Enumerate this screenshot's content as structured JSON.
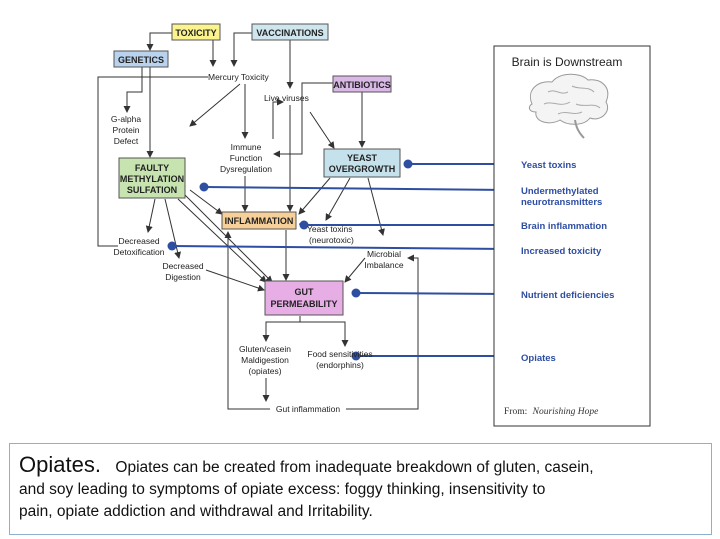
{
  "diagram": {
    "boxes": {
      "toxicity": "TOXICITY",
      "vaccinations": "VACCINATIONS",
      "genetics": "GENETICS",
      "antibiotics": "ANTIBIOTICS",
      "faulty_methylation": [
        "FAULTY",
        "METHYLATION",
        "SULFATION"
      ],
      "yeast_overgrowth": [
        "YEAST",
        "OVERGROWTH"
      ],
      "inflammation": "INFLAMMATION",
      "gut_permeability": [
        "GUT",
        "PERMEABILITY"
      ]
    },
    "labels": {
      "mercury_toxicity": "Mercury Toxicity",
      "live_viruses": "Live viruses",
      "g_alpha": [
        "G-alpha",
        "Protein",
        "Defect"
      ],
      "immune": [
        "Immune",
        "Function",
        "Dysregulation"
      ],
      "decreased_detox": [
        "Decreased",
        "Detoxification"
      ],
      "decreased_digestion": [
        "Decreased",
        "Digestion"
      ],
      "yeast_toxins": [
        "Yeast toxins",
        "(neurotoxic)"
      ],
      "microbial": [
        "Microbial",
        "Imbalance"
      ],
      "gluten_casein": [
        "Gluten/casein",
        "Maldigestion",
        "(opiates)"
      ],
      "food_sensitivities": [
        "Food sensitivities",
        "(endorphins)"
      ],
      "gut_inflammation": "Gut inflammation"
    },
    "brain_panel": {
      "title": "Brain is Downstream",
      "outcomes": [
        [
          "Yeast toxins"
        ],
        [
          "Undermethylated",
          "neurotransmitters"
        ],
        [
          "Brain inflammation"
        ],
        [
          "Increased toxicity"
        ],
        [
          "Nutrient deficiencies"
        ],
        [
          "Opiates"
        ]
      ],
      "source": "From:",
      "source_title": "Nourishing Hope"
    }
  },
  "caption": {
    "title": "Opiates.",
    "line1": "Opiates can be created from inadequate breakdown of gluten, casein,",
    "line2": "and soy leading to symptoms of opiate excess: foggy thinking, insensitivity to",
    "line3": "pain, opiate addiction and withdrawal and Irritability."
  },
  "colors": {
    "toxicity_box": "#fbf38e",
    "vaccinations_box": "#cfe6ef",
    "genetics_box": "#b9d3ef",
    "antibiotics_box": "#d9b8e6",
    "faulty_box": "#c6e3b0",
    "yeast_box": "#c5e2ec",
    "inflammation_box": "#f7cf98",
    "gut_box": "#e7aee5",
    "blue_arrows": "#2e4ea2"
  }
}
